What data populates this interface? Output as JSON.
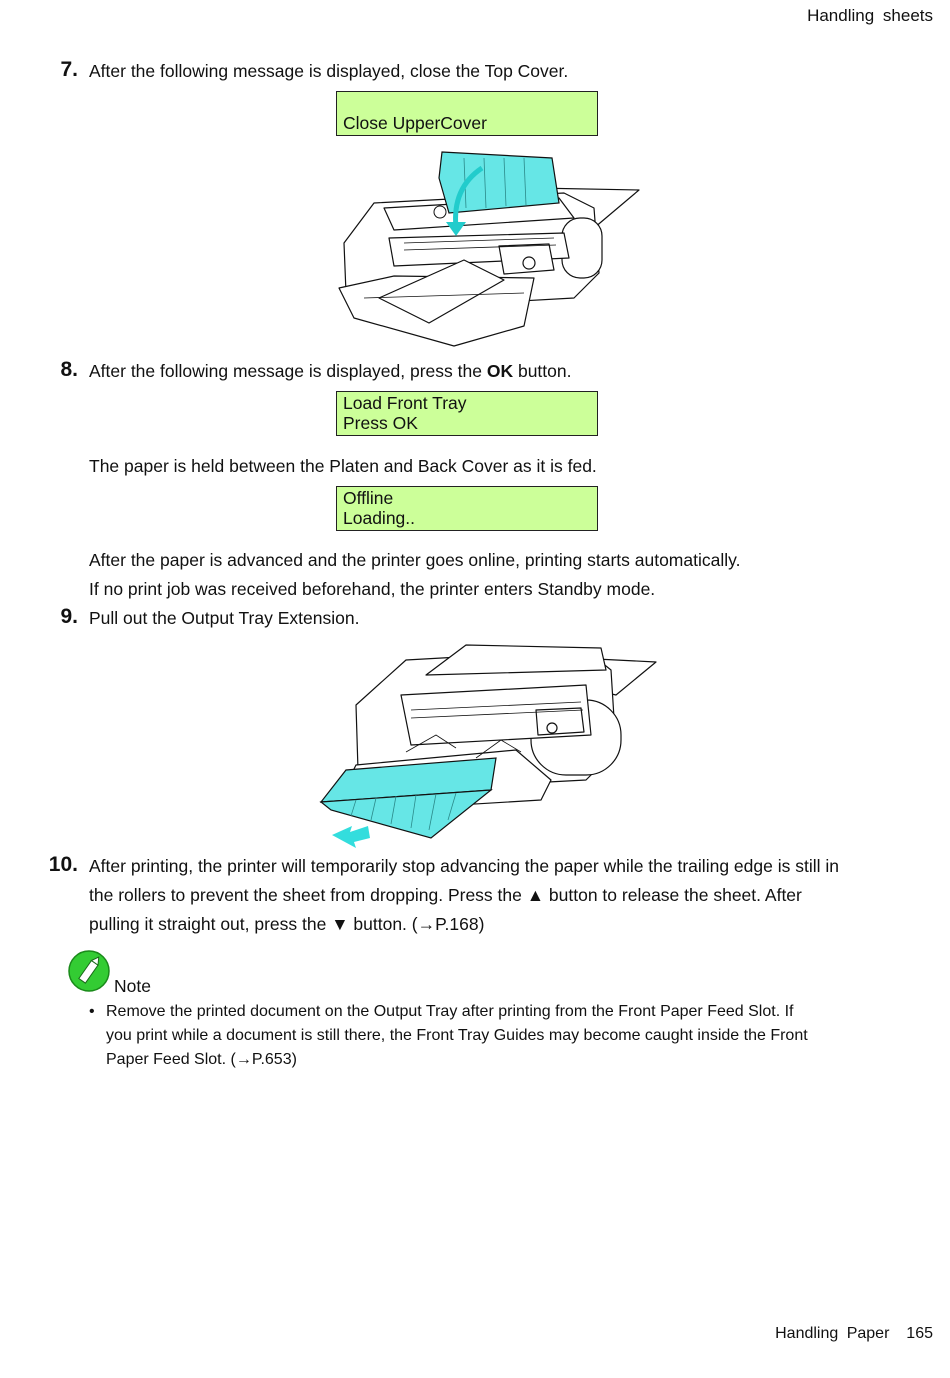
{
  "header": {
    "section": "Handling sheets"
  },
  "steps": {
    "s7": {
      "num": "7.",
      "text": "After the following message is displayed, close the Top Cover."
    },
    "s8": {
      "num": "8.",
      "pre": "After the following message is displayed, press the ",
      "bold": "OK",
      "post": " button."
    },
    "s8_para": "The paper is held between the Platen and Back Cover as it is fed.",
    "s8_para2": "After the paper is advanced and the printer goes online, printing starts automatically.",
    "s8_para3": "If no print job was received beforehand, the printer enters Standby mode.",
    "s9": {
      "num": "9.",
      "text": "Pull out the Output Tray Extension."
    },
    "s10": {
      "num": "10.",
      "line1": "After printing, the printer will temporarily stop advancing the paper while the trailing edge is still in",
      "line2": "the rollers to prevent the sheet from dropping.  Press the ▲ button to release the sheet.  After",
      "line3": "pulling it straight out, press the ▼ button.  (→P.168)"
    }
  },
  "lcd": {
    "close_cover": {
      "line1": "",
      "line2": "Close UpperCover"
    },
    "load_tray": {
      "line1": "Load Front Tray",
      "line2": "Press OK"
    },
    "offline": {
      "line1": "Offline",
      "line2": "Loading.."
    }
  },
  "note": {
    "label": "Note",
    "bullet": "•",
    "line1": "Remove the printed document on the Output Tray after printing from the Front Paper Feed Slot.  If",
    "line2": "you print while a document is still there, the Front Tray Guides may become caught inside the Front",
    "line3": "Paper Feed Slot.  (→P.653)"
  },
  "footer": {
    "section": "Handling Paper",
    "page": "165"
  },
  "colors": {
    "lcd_bg": "#ccff99",
    "highlight": "#66e6e6",
    "note_icon": "#33cc33"
  }
}
